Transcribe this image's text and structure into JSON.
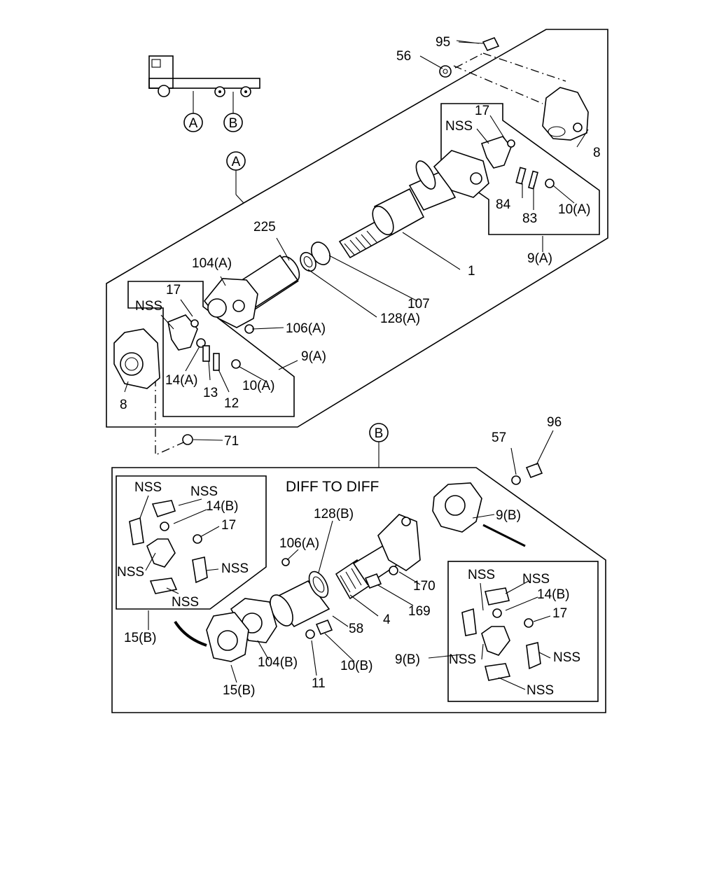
{
  "title": "DIFF TO DIFF",
  "callouts": {
    "A": "A",
    "B": "B"
  },
  "labels": {
    "l95": "95",
    "l56": "56",
    "l17_top": "17",
    "nss_top": "NSS",
    "l8_top": "8",
    "l84": "84",
    "l83": "83",
    "l10a_top": "10(A)",
    "l9a_top": "9(A)",
    "l225": "225",
    "l104a": "104(A)",
    "l1": "1",
    "l107": "107",
    "l128a": "128(A)",
    "l106a_top": "106(A)",
    "l17_left": "17",
    "nss_left": "NSS",
    "l14a": "14(A)",
    "l13": "13",
    "l12": "12",
    "l10a_left": "10(A)",
    "l9a_left": "9(A)",
    "l8_left": "8",
    "l71": "71",
    "l57": "57",
    "l96": "96",
    "nss_b1": "NSS",
    "nss_b2": "NSS",
    "l14b_left": "14(B)",
    "l17_bleft": "17",
    "nss_b3": "NSS",
    "nss_b4": "NSS",
    "nss_b5": "NSS",
    "l15b_left": "15(B)",
    "l128b": "128(B)",
    "l106a_b": "106(A)",
    "l9b_top": "9(B)",
    "l170": "170",
    "l169": "169",
    "l4": "4",
    "l58": "58",
    "l10b": "10(B)",
    "l11": "11",
    "l104b": "104(B)",
    "l15b_bottom": "15(B)",
    "nss_r1": "NSS",
    "nss_r2": "NSS",
    "l14b_right": "14(B)",
    "l17_right": "17",
    "l9b_right": "9(B)",
    "nss_r3": "NSS",
    "nss_r4": "NSS",
    "nss_r5": "NSS"
  }
}
